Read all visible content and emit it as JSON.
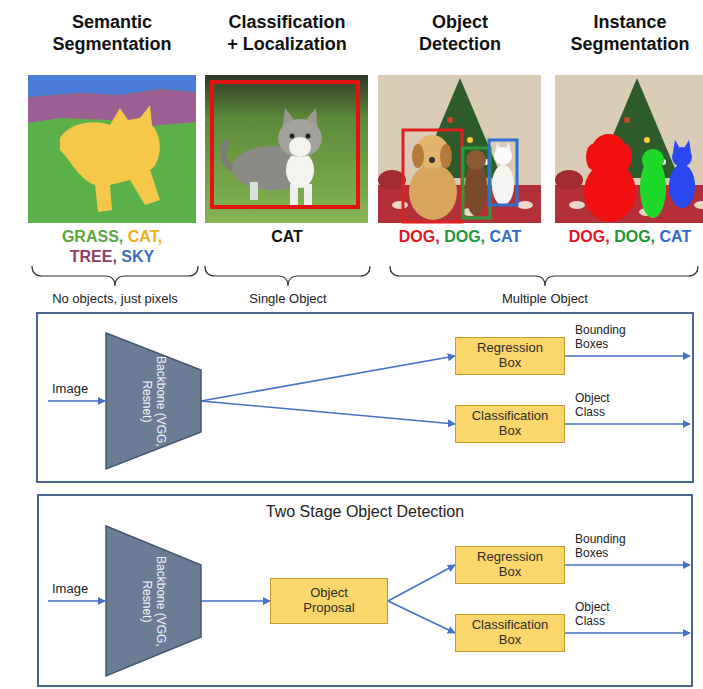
{
  "diagram": {
    "nodes": [
      {
        "text": [
          "Backbone (VGG, Resnet)"
        ]
      },
      {
        "text": [
          "Regression Box"
        ]
      },
      {
        "text": [
          "Classification Box"
        ]
      },
      {
        "text": [
          "Two Stage Object Detection"
        ]
      },
      {
        "text": [
          "Backbone (VGG, Resnet)"
        ],
        "in": 3
      },
      {
        "text": [
          "Object Proposal"
        ],
        "in": 3
      },
      {
        "text": [
          "Regression Box"
        ],
        "in": 3
      },
      {
        "text": [
          "Classification Box"
        ],
        "in": 3
      }
    ],
    "edges": [
      {
        "from": 0,
        "to": 1,
        "arrow": "to"
      },
      {
        "from": 0,
        "to": 2,
        "arrow": "to"
      },
      {
        "from": 4,
        "to": 5,
        "arrow": "to"
      },
      {
        "from": 5,
        "to": 6,
        "arrow": "to"
      },
      {
        "from": 5,
        "to": 7,
        "arrow": "to"
      }
    ],
    "labels": [
      "Semantic Segmentation",
      "Classification + Localization",
      "Object Detection",
      "Instance Segmentation",
      "GRASS,",
      "CAT,",
      "TREE,",
      "SKY",
      "CAT",
      "DOG,",
      "DOG,",
      "CAT",
      "DOG,",
      "DOG,",
      "CAT",
      "No objects, just pixels",
      "Single Object",
      "Multiple Object",
      "Image",
      "Bounding Boxes",
      "Object Class",
      "Image",
      "Bounding Boxes",
      "Object Class"
    ]
  }
}
